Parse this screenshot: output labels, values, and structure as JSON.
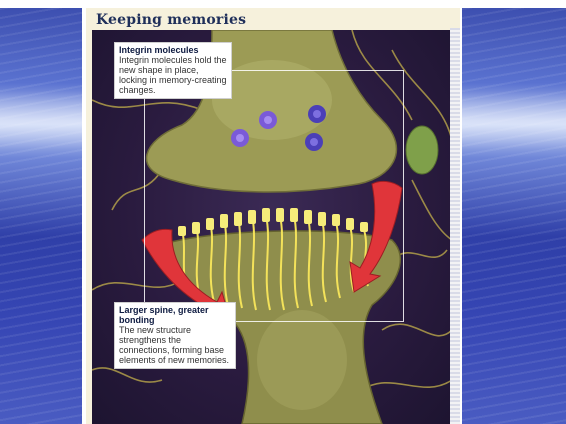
{
  "figure": {
    "title": "Keeping memories",
    "callouts": [
      {
        "heading": "Integrin molecules",
        "text": "Integrin molecules hold the new shape in place, locking in memory-creating changes."
      },
      {
        "heading": "Larger spine, greater bonding",
        "text": "The new structure strengthens the connections, forming base elements of new memories."
      }
    ]
  },
  "colors": {
    "title": "#1f2f5a",
    "spine": "#a8a860",
    "filaments": "#f3e25a",
    "arrows": "#e0353a",
    "integrin": "#6b4fc8",
    "background_blue": "#3d4fb0"
  }
}
